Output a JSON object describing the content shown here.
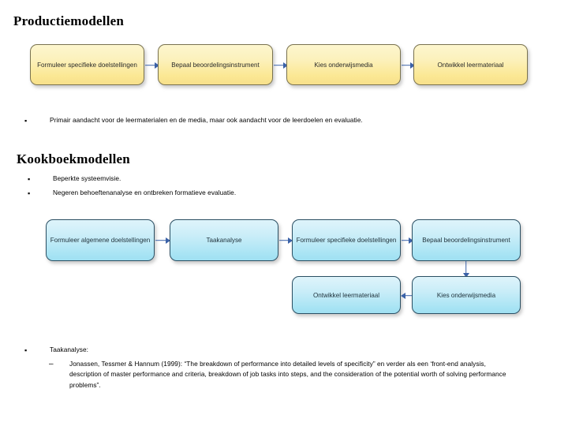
{
  "slide": {
    "sections": [
      {
        "heading": "Productiemodellen",
        "bullets": [
          "Primair aandacht voor de leermaterialen en de media, maar ook aandacht voor de leerdoelen en evaluatie."
        ]
      },
      {
        "heading": "Kookboekmodellen",
        "bullets": [
          "Beperkte systeemvisie.",
          "Negeren behoeftenanalyse en ontbreken formatieve evaluatie."
        ]
      }
    ],
    "footer_bullets": {
      "level1": "Taakanalyse:",
      "level2": "Jonassen, Tessmer & Hannum (1999): “The breakdown of performance into detailed levels of specificity” en verder als een ‘front-end analysis, description of master performance and criteria, breakdown of job tasks into steps, and the consideration of the potential worth of solving performance problems”.",
      "marker_level1": "▪",
      "marker_level2": "–"
    }
  },
  "diagrams": [
    {
      "id": "production-model-flow",
      "style": "yellow",
      "nodes": [
        {
          "id": "p1",
          "label": "Formuleer specifieke doelstellingen"
        },
        {
          "id": "p2",
          "label": "Bepaal beoordelingsinstrument"
        },
        {
          "id": "p3",
          "label": "Kies onderwijsmedia"
        },
        {
          "id": "p4",
          "label": "Ontwikkel leermateriaal"
        }
      ],
      "edges": [
        {
          "from": "p1",
          "to": "p2",
          "direction": "right"
        },
        {
          "from": "p2",
          "to": "p3",
          "direction": "right"
        },
        {
          "from": "p3",
          "to": "p4",
          "direction": "right"
        }
      ]
    },
    {
      "id": "cookbook-model-flow",
      "style": "blue",
      "nodes": [
        {
          "id": "c1",
          "label": "Formuleer algemene doelstellingen"
        },
        {
          "id": "c2",
          "label": "Taakanalyse"
        },
        {
          "id": "c3",
          "label": "Formuleer specifieke doelstellingen"
        },
        {
          "id": "c4",
          "label": "Bepaal beoordelingsinstrument"
        },
        {
          "id": "c5",
          "label": "Ontwikkel leermateriaal"
        },
        {
          "id": "c6",
          "label": "Kies onderwijsmedia"
        }
      ],
      "edges": [
        {
          "from": "c1",
          "to": "c2",
          "direction": "right"
        },
        {
          "from": "c2",
          "to": "c3",
          "direction": "right"
        },
        {
          "from": "c3",
          "to": "c4",
          "direction": "right"
        },
        {
          "from": "c4",
          "to": "c6",
          "direction": "down"
        },
        {
          "from": "c6",
          "to": "c5",
          "direction": "left"
        }
      ]
    }
  ],
  "colors": {
    "node_yellow_fill": "#fbe894",
    "node_yellow_border": "#7a7350",
    "node_blue_fill": "#a8e4f4",
    "node_blue_border": "#2b4f63",
    "arrow": "#3b62a8",
    "text": "#000000",
    "background": "#ffffff"
  }
}
